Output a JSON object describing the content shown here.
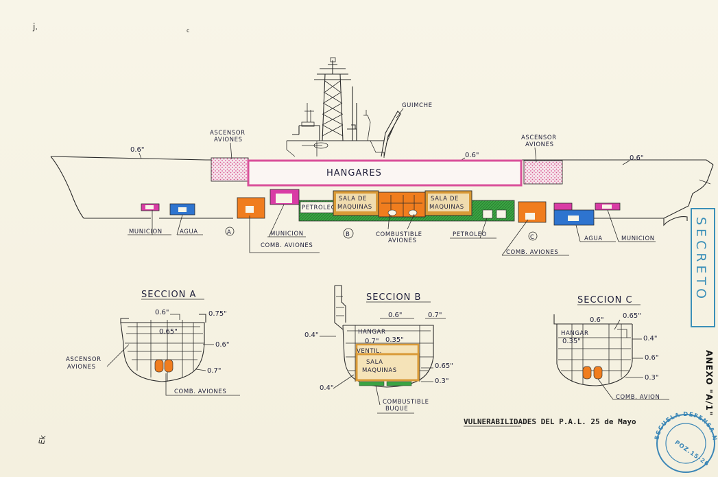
{
  "labels": {
    "guimche": "GUIMCHE",
    "ascensor_left": [
      "ASCENSOR",
      "AVIONES"
    ],
    "ascensor_right": [
      "ASCENSOR",
      "AVIONES"
    ],
    "hangares": "HANGARES",
    "petroleo_box": "PETROLEO",
    "sala_maquinas_1": [
      "SALA DE",
      "MAQUINAS"
    ],
    "sala_maquinas_2": [
      "SALA DE",
      "MAQUINAS"
    ],
    "municion_left": "MUNICION",
    "agua_left": "AGUA",
    "municion_center": "MUNICION",
    "comb_aviones_left": "COMB. AVIONES",
    "combustible_aviones": [
      "COMBUSTIBLE",
      "AVIONES"
    ],
    "petroleo_bottom": "PETROLEO",
    "comb_aviones_right": "COMB. AVIONES",
    "agua_right": "AGUA",
    "municion_right": "MUNICION",
    "marker_a": "A",
    "marker_b": "B",
    "marker_c": "C"
  },
  "dimensions": {
    "top_left": "0.6\"",
    "top_mid": "0.6\"",
    "top_right": "0.6\""
  },
  "sections": {
    "a": {
      "title": "SECCION A",
      "d1": "0.6\"",
      "d2": "0.75\"",
      "d3": "0.65\"",
      "d4": "0.6\"",
      "d5": "0.7\"",
      "ascensor": [
        "ASCENSOR",
        "AVIONES"
      ],
      "comb": "COMB. AVIONES"
    },
    "b": {
      "title": "SECCION B",
      "d1": "0.6\"",
      "d2": "0.7\"",
      "d3": "0.4\"",
      "d4": "0.7\"",
      "d5": "0.35\"",
      "d6": "0.65\"",
      "d7": "0.3\"",
      "d8": "0.4\"",
      "hangar": "HANGAR",
      "ventil": "VENTIL.",
      "sala": [
        "SALA",
        "MAQUINAS"
      ],
      "comb": [
        "COMBUSTIBLE",
        "BUQUE"
      ]
    },
    "c": {
      "title": "SECCION C",
      "d1": "0.6\"",
      "d2": "0.65\"",
      "d3": "0.35\"",
      "d4": "0.4\"",
      "d5": "0.6\"",
      "d6": "0.3\"",
      "hangar": "HANGAR",
      "comb": "COMB. AVION"
    }
  },
  "caption": "VULNERABILIDADES DEL P.A.L. 25 de Mayo",
  "classification": "SECRETO",
  "annex": "ANEXO \"A/1\"",
  "stamp": {
    "text": "ESCUELA DEFENSA NACIONAL",
    "number": "POZ.15-26"
  },
  "margin_notes": {
    "page_mark": "j.",
    "initials": "Ek"
  },
  "colors": {
    "hangar_border": "#d94f9a",
    "elevator": "#e79ab4",
    "magenta": "#d93ca5",
    "blue": "#2e74cf",
    "orange": "#f07d1e",
    "green": "#2f9a3a",
    "engine": "#d99a37",
    "secreto": "#3a8fb8",
    "stamp": "#3b86b6"
  }
}
